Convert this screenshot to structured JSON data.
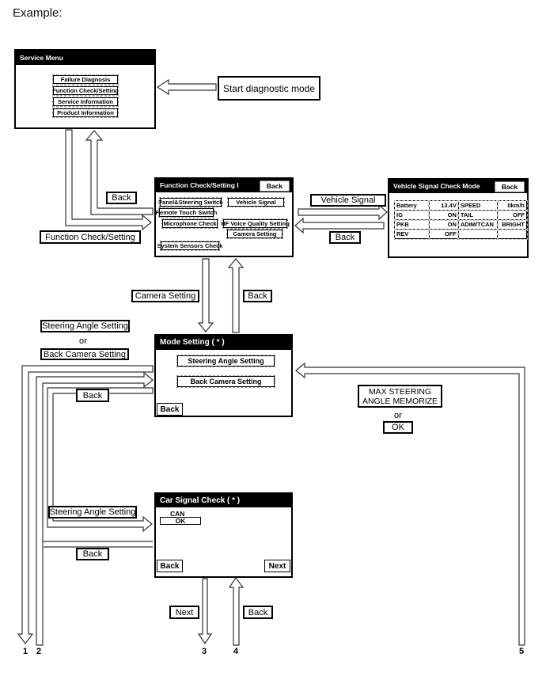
{
  "page": {
    "heading": "Example:"
  },
  "screens": {
    "service_menu": {
      "title": "Service Menu",
      "buttons": [
        "Failure Diagnosis",
        "Function Check/Setting",
        "Service Information",
        "Product Information"
      ]
    },
    "function_check": {
      "title": "Function Check/Setting  I",
      "back_label": "Back",
      "buttons": {
        "panel_steering": "Panel&Steering Switch",
        "vehicle_signal": "Vehicle Signal",
        "remote_touch": "Remote Touch Switch",
        "microphone": "Microphone Check",
        "hf_voice": "HF Voice Quality Setting",
        "camera": "Camera Setting",
        "system_sensors": "System Sensors Check"
      }
    },
    "vehicle_signal": {
      "title": "Vehicle Signal Check Mode",
      "back_label": "Back",
      "rows": [
        [
          "Battery",
          "13.4V",
          "SPEED",
          "0km/h"
        ],
        [
          "IG",
          "ON",
          "TAIL",
          "OFF"
        ],
        [
          "PKB",
          "ON",
          "ADIM/TCAN",
          "BRIGHT"
        ],
        [
          "REV",
          "OFF",
          "",
          ""
        ]
      ]
    },
    "mode_setting": {
      "title": "Mode Setting ( * )",
      "buttons": [
        "Steering Angle Setting",
        "Back Camera Setting"
      ],
      "back_label": "Back"
    },
    "car_signal": {
      "title": "Car Signal Check ( * )",
      "can_label": "CAN",
      "ok_label": "OK",
      "back_label": "Back",
      "next_label": "Next"
    }
  },
  "flow_labels": {
    "start_diag": "Start diagnostic mode",
    "back_to_service": "Back",
    "function_check_setting": "Function Check/Setting",
    "vehicle_signal": "Vehicle Signal",
    "back_from_vehicle": "Back",
    "camera_setting": "Camera Setting",
    "back_to_function": "Back",
    "steering_angle_setting_top": "Steering Angle Setting",
    "or_top": "or",
    "back_camera_setting": "Back Camera Setting",
    "back_to_mode": "Back",
    "max_steering_memorize": "MAX STEERING ANGLE MEMORIZE",
    "or_right": "or",
    "ok_right": "OK",
    "steering_angle_setting_mid": "Steering Angle Setting",
    "back_from_car_signal": "Back",
    "next_bottom": "Next",
    "back_bottom": "Back"
  },
  "connectors": [
    "1",
    "2",
    "3",
    "4",
    "5"
  ]
}
